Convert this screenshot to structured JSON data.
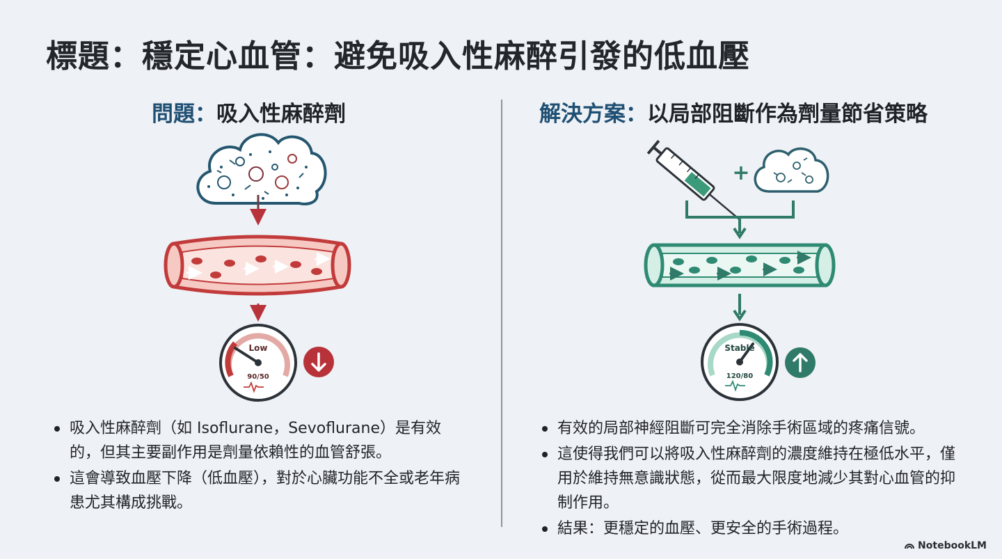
{
  "title": "標題：穩定心血管：避免吸入性麻醉引發的低血壓",
  "left": {
    "heading_accent": "問題：",
    "heading_rest": "吸入性麻醉劑",
    "gauge_label": "Low",
    "gauge_value": "90/50",
    "bullets": [
      "吸入性麻醉劑（如 Isoflurane，Sevoflurane）是有效的，但其主要副作用是劑量依賴性的血管舒張。",
      "這會導致血壓下降（低血壓），對於心臟功能不全或老年病患尤其構成挑戰。"
    ],
    "colors": {
      "vessel": "#c23b3b",
      "arrow": "#b8323a",
      "cloud": "#24566f"
    }
  },
  "right": {
    "heading_accent": "解決方案：",
    "heading_rest": "以局部阻斷作為劑量節省策略",
    "plus": "+",
    "gauge_label": "Stable",
    "gauge_value": "120/80",
    "bullets": [
      "有效的局部神經阻斷可完全消除手術區域的疼痛信號。",
      "這使得我們可以將吸入性麻醉劑的濃度維持在極低水平，僅用於維持無意識狀態，從而最大限度地減少其對心血管的抑制作用。",
      "結果：更穩定的血壓、更安全的手術過程。"
    ],
    "colors": {
      "vessel": "#2f8a73",
      "arrow": "#2f7a68",
      "cloud": "#2d5f6d"
    }
  },
  "brand": "NotebookLM"
}
